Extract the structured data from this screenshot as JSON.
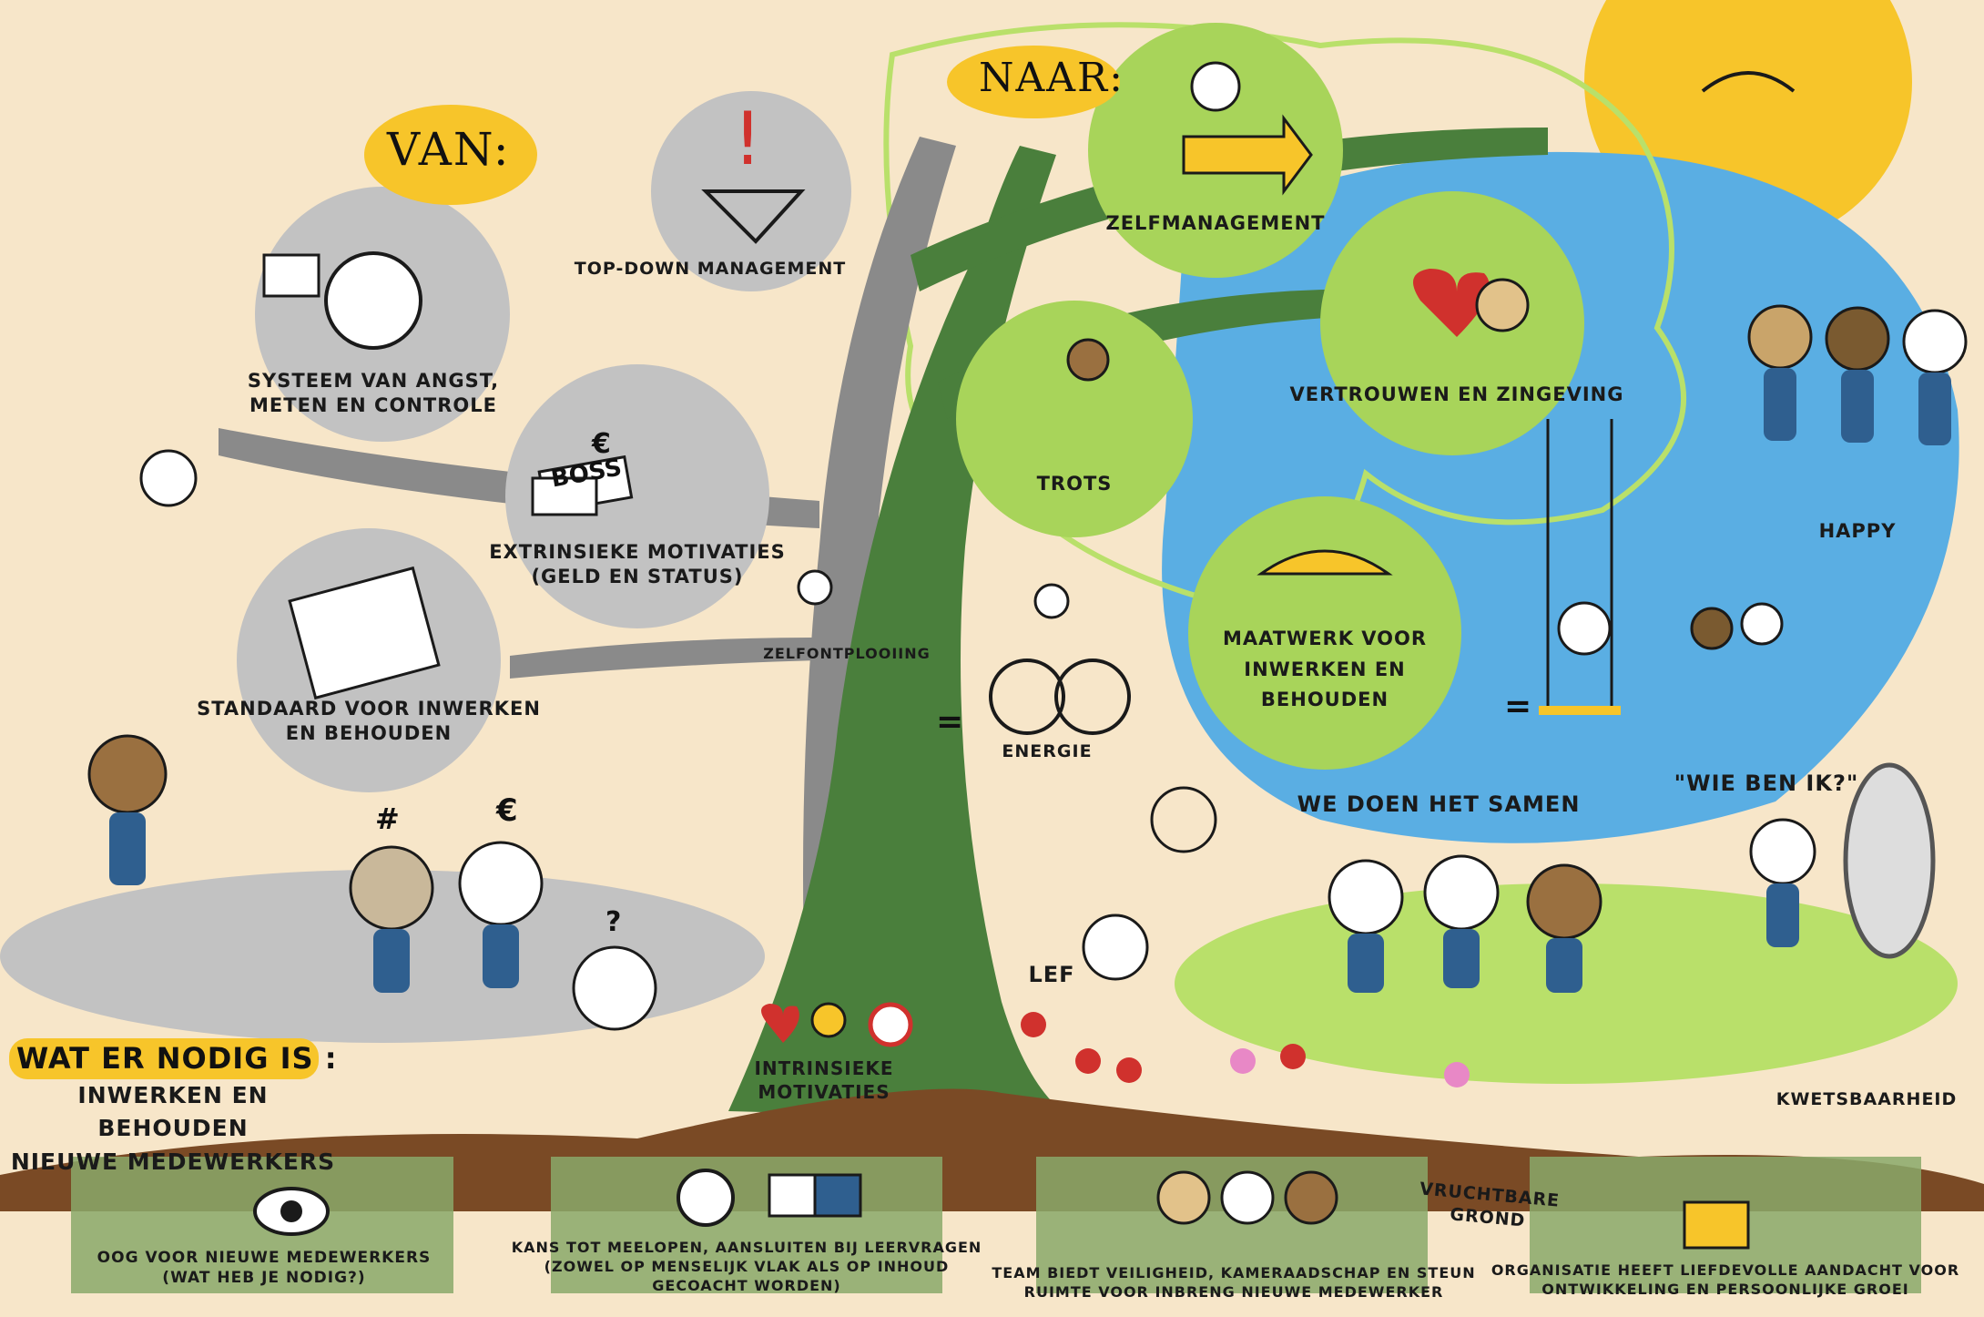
{
  "headers": {
    "from_label": "VAN:",
    "to_label": "NAAR:"
  },
  "from_items": {
    "top_down": "TOP-DOWN MANAGEMENT",
    "fear_system_line1": "SYSTEEM VAN ANGST,",
    "fear_system_line2": "METEN EN CONTROLE",
    "extrinsic_line1": "EXTRINSIEKE MOTIVATIES",
    "extrinsic_line2": "(GELD EN STATUS)",
    "standard_line1": "STANDAARD VOOR INWERKEN",
    "standard_line2": "EN BEHOUDEN",
    "boss_sign": "BOSS",
    "euro_symbol": "€",
    "hash_symbol": "#",
    "question_symbol": "?"
  },
  "to_items": {
    "self_management": "ZELFMANAGEMENT",
    "trust_meaning": "VERTROUWEN EN ZINGEVING",
    "pride": "TROTS",
    "custom_line1": "MAATWERK VOOR",
    "custom_line2": "INWERKEN EN",
    "custom_line3": "BEHOUDEN"
  },
  "trunk": {
    "self_development": "ZELFONTPLOOIING",
    "intrinsic": "INTRINSIEKE MOTIVATIES",
    "energy": "ENERGIE",
    "equals": "="
  },
  "right_side": {
    "happy": "HAPPY",
    "together": "WE DOEN HET SAMEN",
    "who_am_i": "\"WIE BEN IK?\"",
    "courage": "LEF",
    "vulnerability": "KWETSBAARHEID",
    "fertile_ground": "VRUCHTBARE GROND"
  },
  "needs": {
    "title": "WAT ER NODIG IS :",
    "subtitle_line1": "INWERKEN EN BEHOUDEN",
    "subtitle_line2": "NIEUWE MEDEWERKERS"
  },
  "roots": [
    {
      "line1": "OOG VOOR NIEUWE MEDEWERKERS",
      "line2": "(WAT HEB JE NODIG?)",
      "line3": ""
    },
    {
      "line1": "KANS TOT MEELOPEN, AANSLUITEN BIJ LEERVRAGEN",
      "line2": "(ZOWEL OP MENSELIJK VLAK ALS OP INHOUD",
      "line3": "GECOACHT WORDEN)"
    },
    {
      "line1": "TEAM BIEDT VEILIGHEID, KAMERAADSCHAP EN STEUN",
      "line2": "RUIMTE VOOR INBRENG NIEUWE MEDEWERKER",
      "line3": ""
    },
    {
      "line1": "ORGANISATIE HEEFT LIEFDEVOLLE AANDACHT VOOR",
      "line2": "ONTWIKKELING EN PERSOONLIJKE GROEI",
      "line3": ""
    }
  ],
  "colors": {
    "background": "#f7e6c9",
    "trunk_green": "#4a7f3c",
    "light_green": "#a8d45a",
    "sky_blue": "#5aaee3",
    "sun_yellow": "#f7c52a",
    "grey_bubble": "#c2c2c2",
    "soil_brown": "#7a4a25",
    "figure_blue": "#2f5f8f"
  }
}
